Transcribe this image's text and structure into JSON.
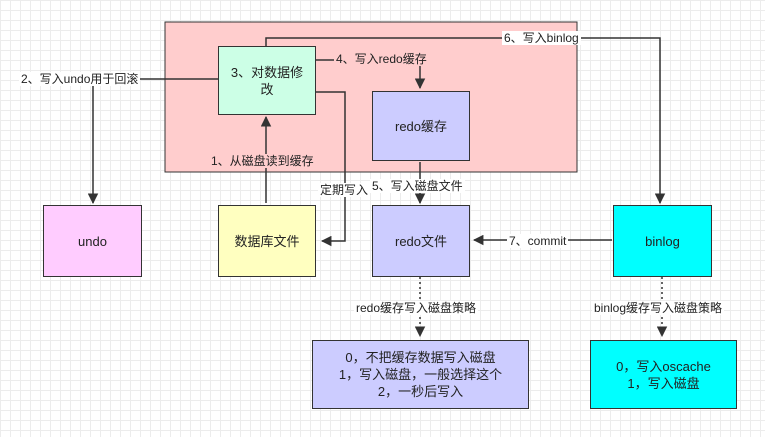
{
  "nodes": {
    "undo": "undo",
    "modify": [
      "3、对数据修",
      "改"
    ],
    "redo_cache": "redo缓存",
    "db_file": "数据库文件",
    "redo_file": "redo文件",
    "binlog": "binlog",
    "redo_strategy": [
      "0，不把缓存数据写入磁盘",
      "1，写入磁盘，一般选择这个",
      "2，一秒后写入"
    ],
    "binlog_strategy": [
      "0，写入oscache",
      "1，写入磁盘"
    ]
  },
  "edges": {
    "write_undo": "2、写入undo用于回滚",
    "write_redo_cache": "4、写入redo缓存",
    "write_binlog": "6、写入binlog",
    "read_disk": "1、从磁盘读到缓存",
    "periodic_write": "定期写入",
    "write_disk_file": "5、写入磁盘文件",
    "commit": "7、commit",
    "redo_strategy_label": "redo缓存写入磁盘策略",
    "binlog_strategy_label": "binlog缓存写入磁盘策略"
  },
  "colors": {
    "container": "#ffcdcd",
    "undo": "#ffccff",
    "modify": "#ccffe6",
    "redo": "#ccccff",
    "db_file": "#ffffc0",
    "binlog": "#00ffff",
    "line": "#333333"
  }
}
